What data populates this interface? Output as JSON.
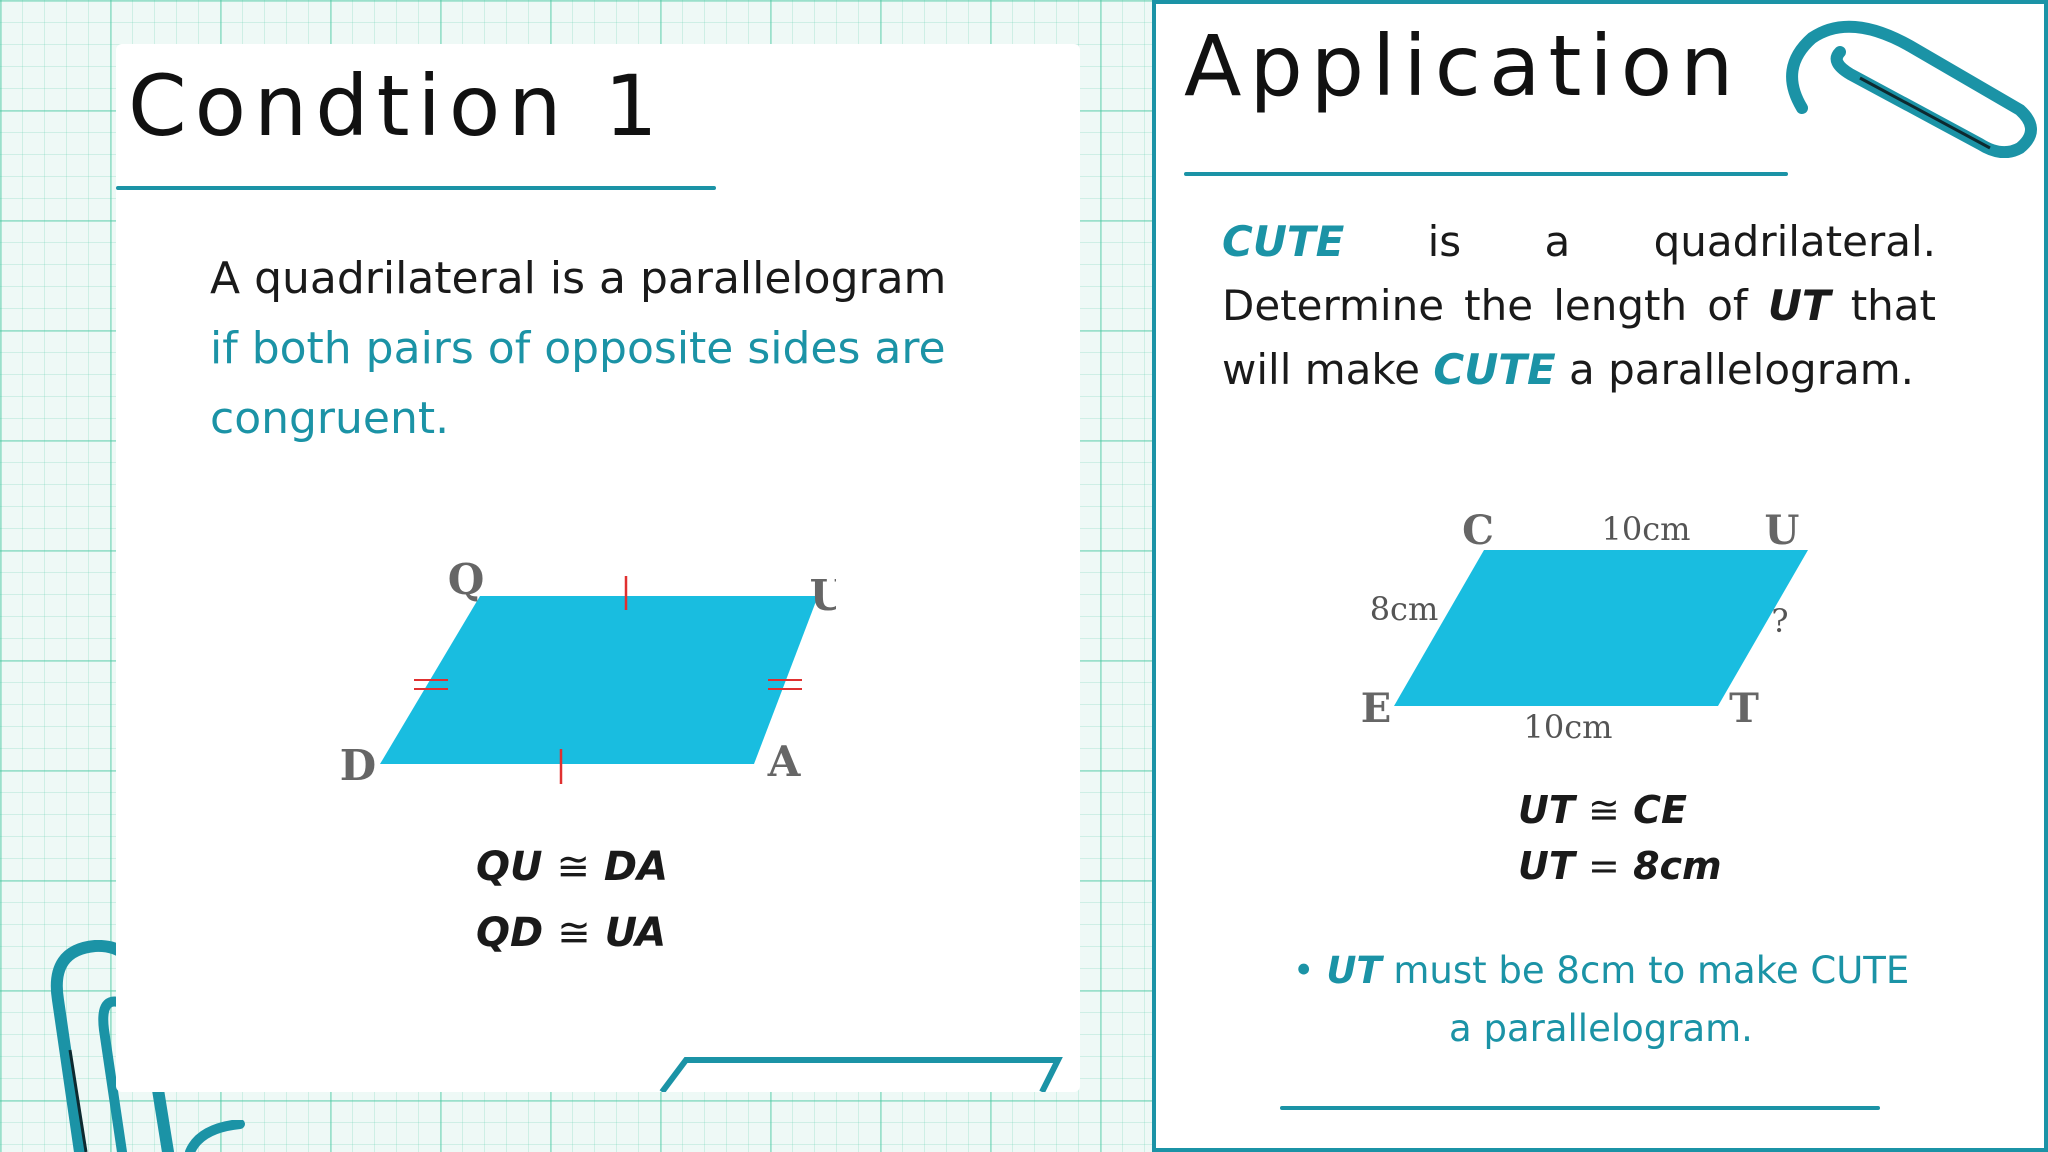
{
  "left": {
    "title": "Condtion 1",
    "statement_plain": "A quadrilateral is a parallelogram ",
    "statement_highlight": "if both pairs of opposite sides are congruent.",
    "figure": {
      "vertices": [
        "Q",
        "U",
        "A",
        "D"
      ]
    },
    "equations": [
      {
        "lhs": "QU",
        "rhs": "DA"
      },
      {
        "lhs": "QD",
        "rhs": "UA"
      }
    ],
    "congruent_symbol": "≅"
  },
  "right": {
    "title": "Application",
    "problem": {
      "name": "CUTE",
      "p1": " is a quadrilateral. Determine the length of ",
      "segment": "UT",
      "p2": " that will make ",
      "p3": " a parallelogram."
    },
    "figure": {
      "vertices": [
        "C",
        "U",
        "T",
        "E"
      ],
      "top_length": "10cm",
      "bottom_length": "10cm",
      "left_length": "8cm",
      "right_length": "?"
    },
    "equations": [
      {
        "lhs": "UT",
        "sym": "≅",
        "rhs": "CE"
      },
      {
        "lhs": "UT",
        "sym": "=",
        "rhs": "8cm"
      }
    ],
    "conclusion": {
      "bullet": "•",
      "bold": "UT",
      "text": " must be 8cm to make CUTE a parallelogram."
    }
  },
  "colors": {
    "accent": "#1b93a6",
    "shape_fill": "#19bde0",
    "tick_mark": "#e03030"
  },
  "icons": [
    "paperclip-icon"
  ]
}
